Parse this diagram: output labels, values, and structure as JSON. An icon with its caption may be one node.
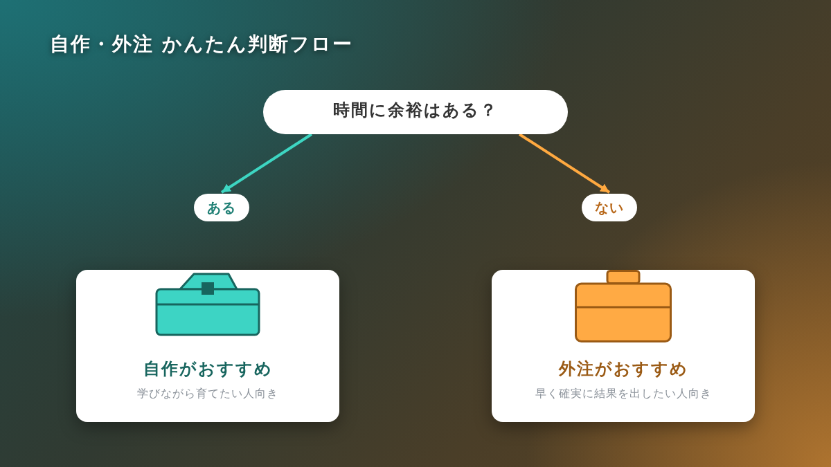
{
  "diagram": {
    "title": "自作・外注 かんたん判断フロー",
    "nodes": [
      {
        "text": [
          "時間に余裕はある？"
        ]
      },
      {
        "text": [
          "ある"
        ]
      },
      {
        "text": [
          "ない"
        ]
      },
      {
        "text": [
          "自作がおすすめ",
          "学びながら育てたい人向き"
        ]
      },
      {
        "text": [
          "外注がおすすめ",
          "早く確実に結果を出したい人向き"
        ]
      }
    ],
    "edges": [
      {
        "from": 0,
        "to": 1,
        "arrow": "to",
        "color": "#3dd6c2"
      },
      {
        "from": 0,
        "to": 2,
        "arrow": "to",
        "color": "#ffa940"
      }
    ]
  }
}
